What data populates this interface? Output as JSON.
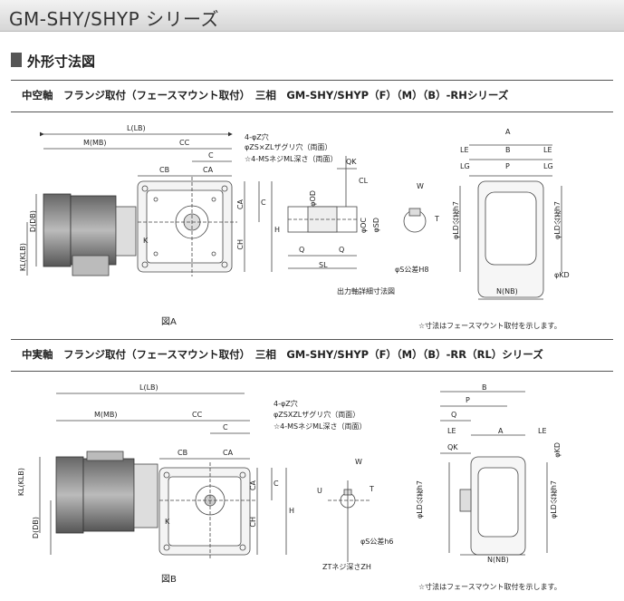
{
  "header": {
    "title": "GM-SHY/SHYP シリーズ"
  },
  "section": {
    "title": "外形寸法図"
  },
  "figA": {
    "box_title": "中空軸　フランジ取付（フェースマウント取付）　三相　GM-SHY/SHYP（F）（M）（B）-RHシリーズ",
    "labels": {
      "L": "L(LB)",
      "M": "M(MB)",
      "CC": "CC",
      "C": "C",
      "CB": "CB",
      "CA": "CA",
      "D": "D(DB)",
      "KL": "KL(KLB)",
      "K": "K",
      "CA2": "CA",
      "CH": "CH",
      "C2": "C",
      "H": "H",
      "z_hole": "4-φZ穴",
      "zs": "φZS×ZLザグリ穴（両面）",
      "ms": "☆4-MSネジML深さ（両面）",
      "QK": "QK",
      "CL": "CL",
      "OD": "φOD",
      "OC": "φOC",
      "SD": "φSD",
      "Q1": "Q",
      "Q2": "Q",
      "SL": "SL",
      "W": "W",
      "T": "T",
      "S": "φS公差H8",
      "shaft_caption": "出力軸詳細寸法図",
      "A": "A",
      "LE1": "LE",
      "B": "B",
      "LE2": "LE",
      "LG1": "LG",
      "P": "P",
      "LG2": "LG",
      "LD1": "φLD公差h7",
      "LD2": "φLD公差h7",
      "KD": "φKD",
      "N": "N(NB)"
    },
    "caption": "図A",
    "note": "☆寸法はフェースマウント取付を示します。"
  },
  "figB": {
    "box_title": "中実軸　フランジ取付（フェースマウント取付）　三相　GM-SHY/SHYP（F）（M）（B）-RR（RL）シリーズ",
    "labels": {
      "L": "L(LB)",
      "M": "M(MB)",
      "CC": "CC",
      "C": "C",
      "CB": "CB",
      "CA": "CA",
      "KL": "KL(KLB)",
      "D": "D(DB)",
      "K": "K",
      "CA2": "CA",
      "CH": "CH",
      "C2": "C",
      "H": "H",
      "z_hole": "4-φZ穴",
      "zs": "φZSXZLザグリ穴（両面）",
      "ms": "☆4-MSネジML深さ（両面）",
      "W": "W",
      "U": "U",
      "T": "T",
      "S": "φS公差h6",
      "ZT": "ZTネジ深さZH",
      "B": "B",
      "P": "P",
      "Q": "Q",
      "A": "A",
      "LE1": "LE",
      "LE2": "LE",
      "QK": "QK",
      "KD": "φKD",
      "LD1": "φLD公差h7",
      "LD2": "φLD公差h7",
      "N": "N(NB)"
    },
    "caption": "図B",
    "note": "☆寸法はフェースマウント取付を示します。"
  }
}
